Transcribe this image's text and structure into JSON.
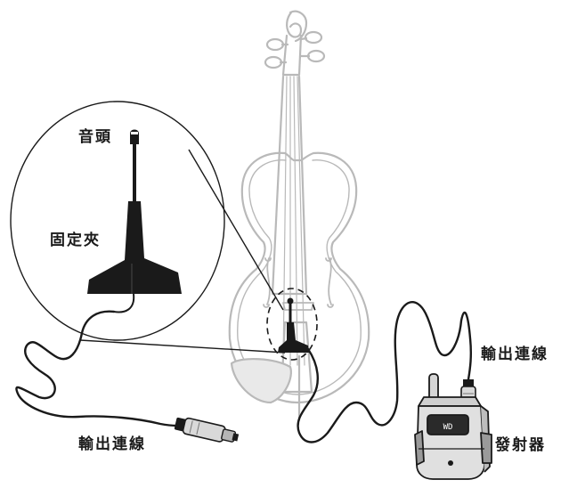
{
  "labels": {
    "mic_head": "音頭",
    "mounting_clip": "固定夾",
    "output_cable_left": "輸出連線",
    "output_cable_right": "輸出連線",
    "transmitter": "發射器"
  },
  "transmitter_display": "WD"
}
